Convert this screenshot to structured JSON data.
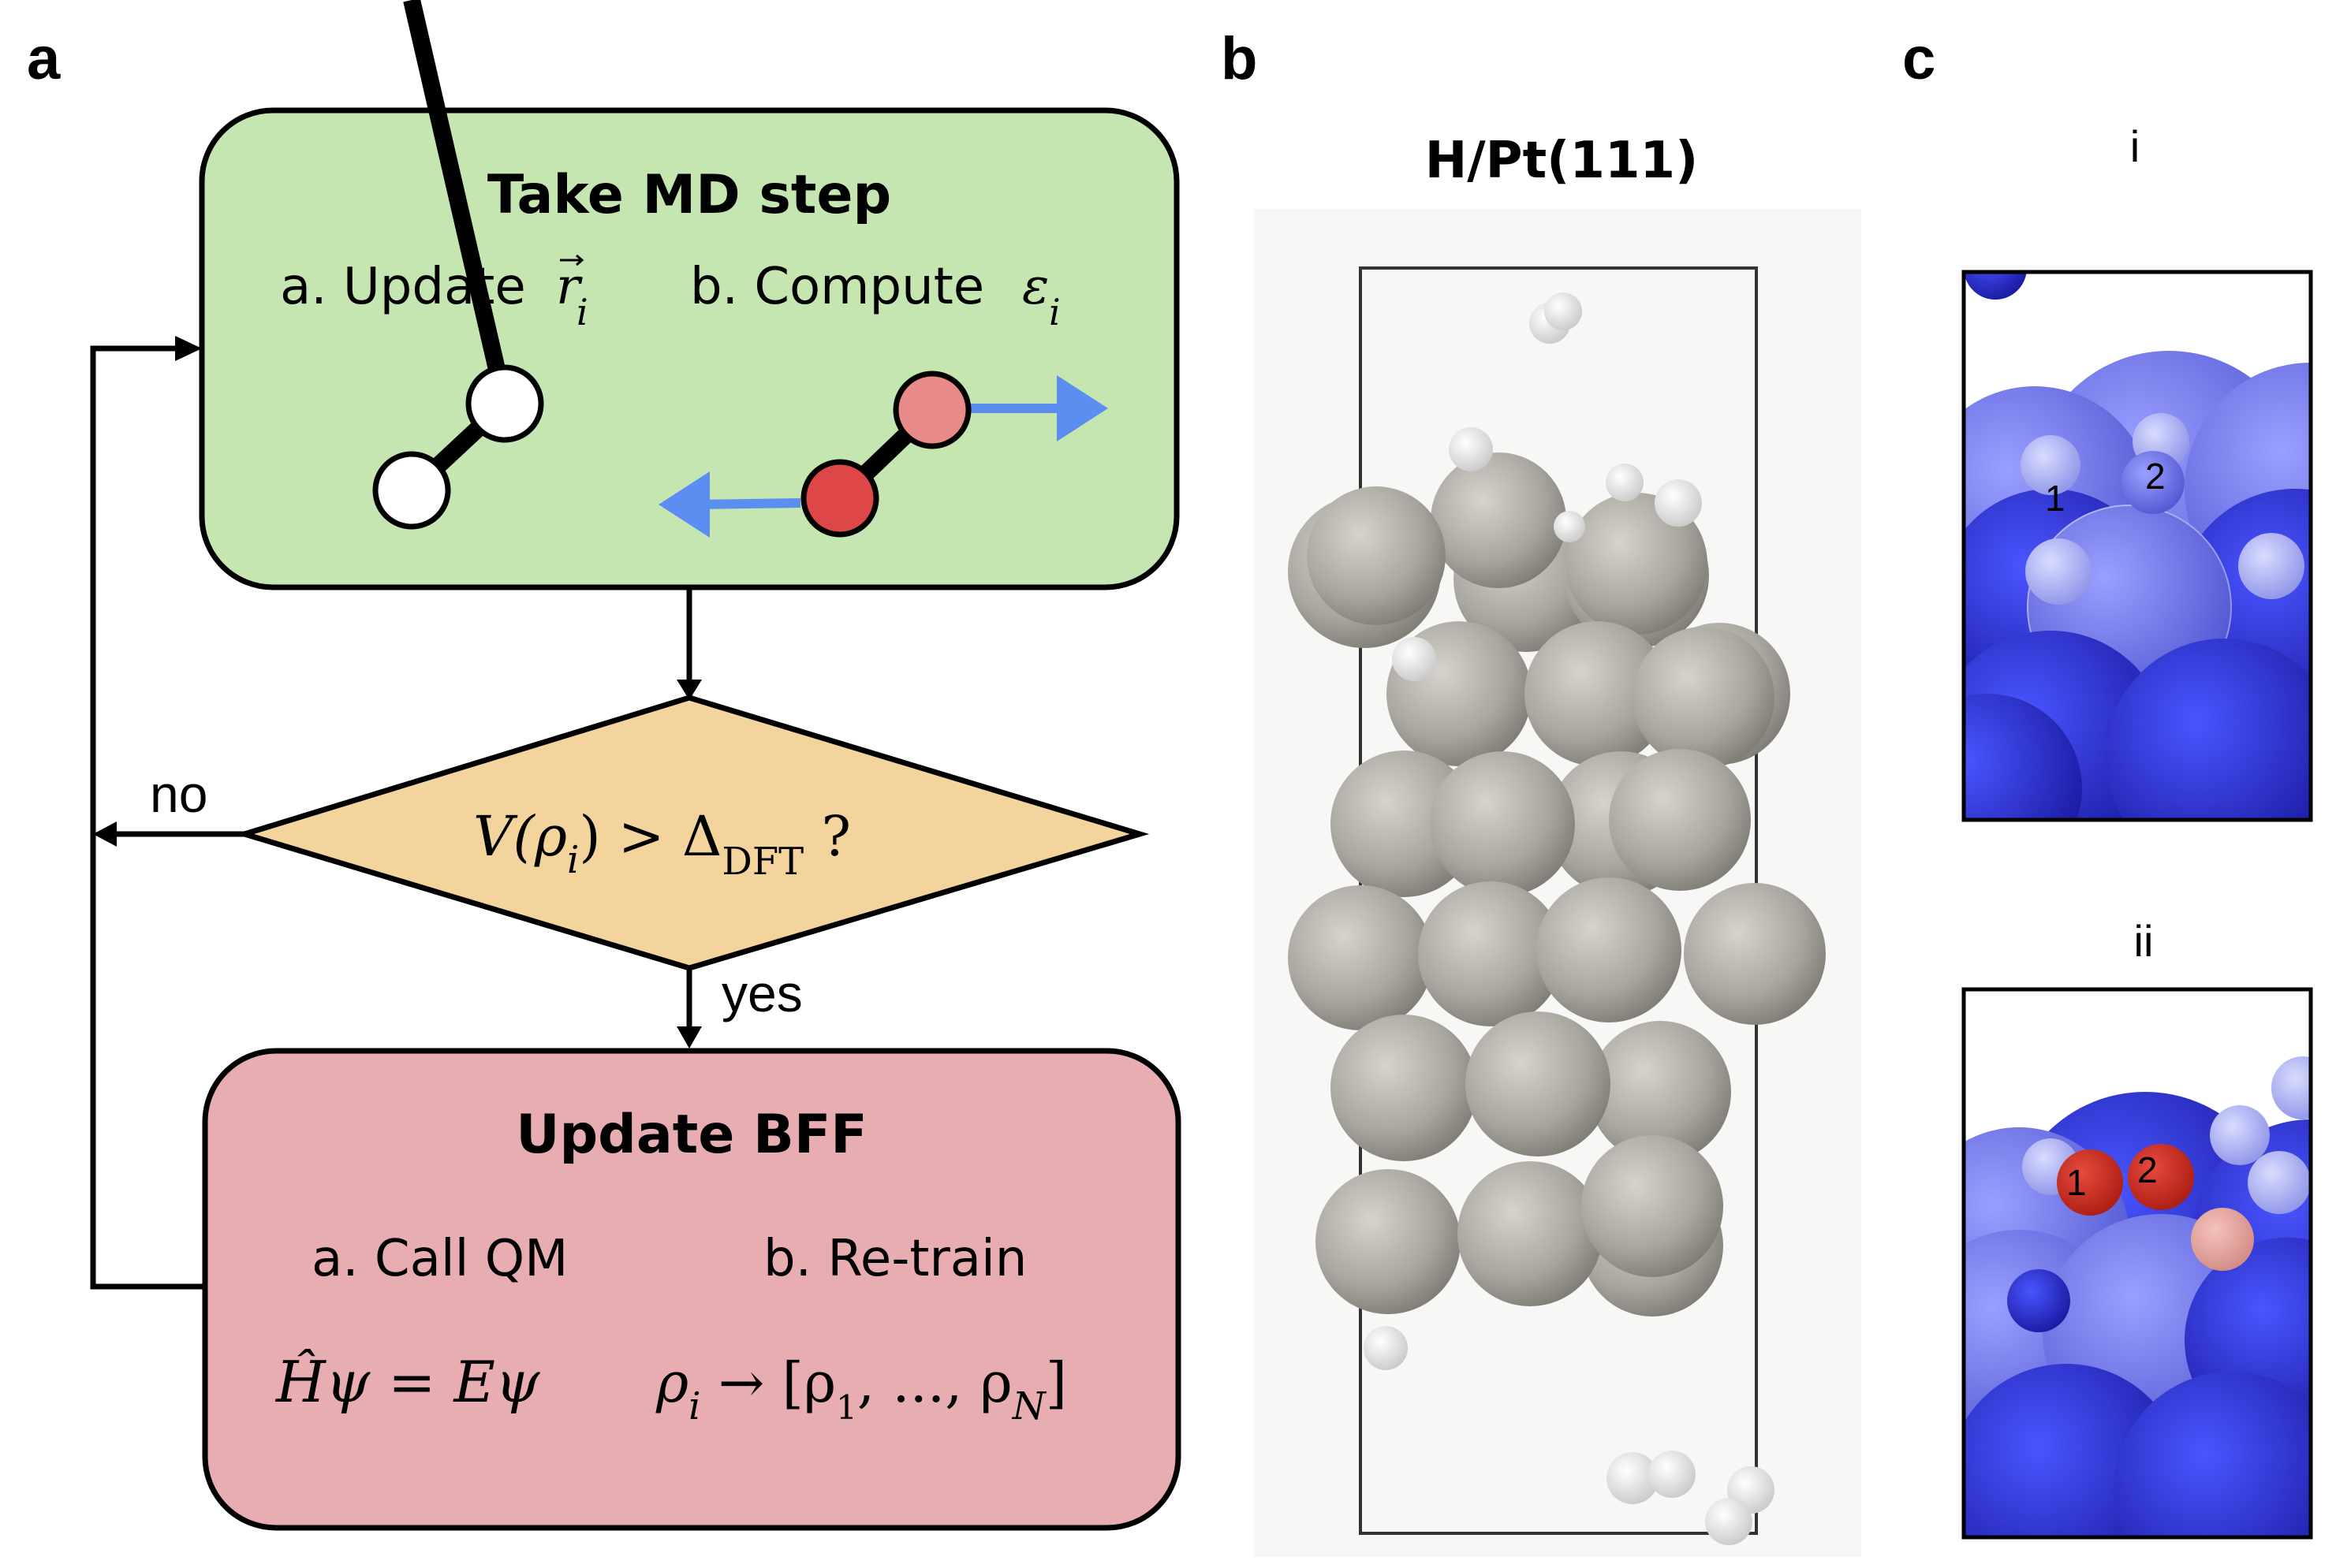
{
  "panels": {
    "a": "a",
    "b": "b",
    "c": "c"
  },
  "flowchart": {
    "md_step": {
      "title": "Take MD step",
      "item_a": "a. Update",
      "item_b": "b. Compute",
      "symbol_r": "r",
      "symbol_eps": "ε",
      "sub_i": "i",
      "fill": "#c5e6b1"
    },
    "decision": {
      "lhs": "V(ρ",
      "lhs_sub": "i",
      "lhs_close": ") > Δ",
      "rhs_sub": "DFT",
      "question": " ?",
      "fill": "#f2d49c"
    },
    "bff": {
      "title": "Update BFF",
      "item_a": "a. Call QM",
      "item_b": "b. Re-train",
      "eq_left": "Ĥψ = Eψ",
      "eq_right_rho": "ρ",
      "eq_right_sub_i": "i",
      "eq_right_arrow": " → [ρ",
      "eq_right_sub_1": "1",
      "eq_right_mid": ", ..., ρ",
      "eq_right_sub_n": "N",
      "eq_right_close": "]",
      "fill": "#e8adb0"
    },
    "labels": {
      "no": "no",
      "yes": "yes"
    },
    "colors": {
      "arrow_blue": "#5b8ef0",
      "atom_red": "#dd4747",
      "atom_pink": "#e88a87"
    }
  },
  "structure": {
    "title": "H/Pt(111)"
  },
  "closeups": {
    "i": {
      "title": "i",
      "site_1": "1",
      "site_2": "2"
    },
    "ii": {
      "title": "ii",
      "site_1": "1",
      "site_2": "2"
    }
  }
}
